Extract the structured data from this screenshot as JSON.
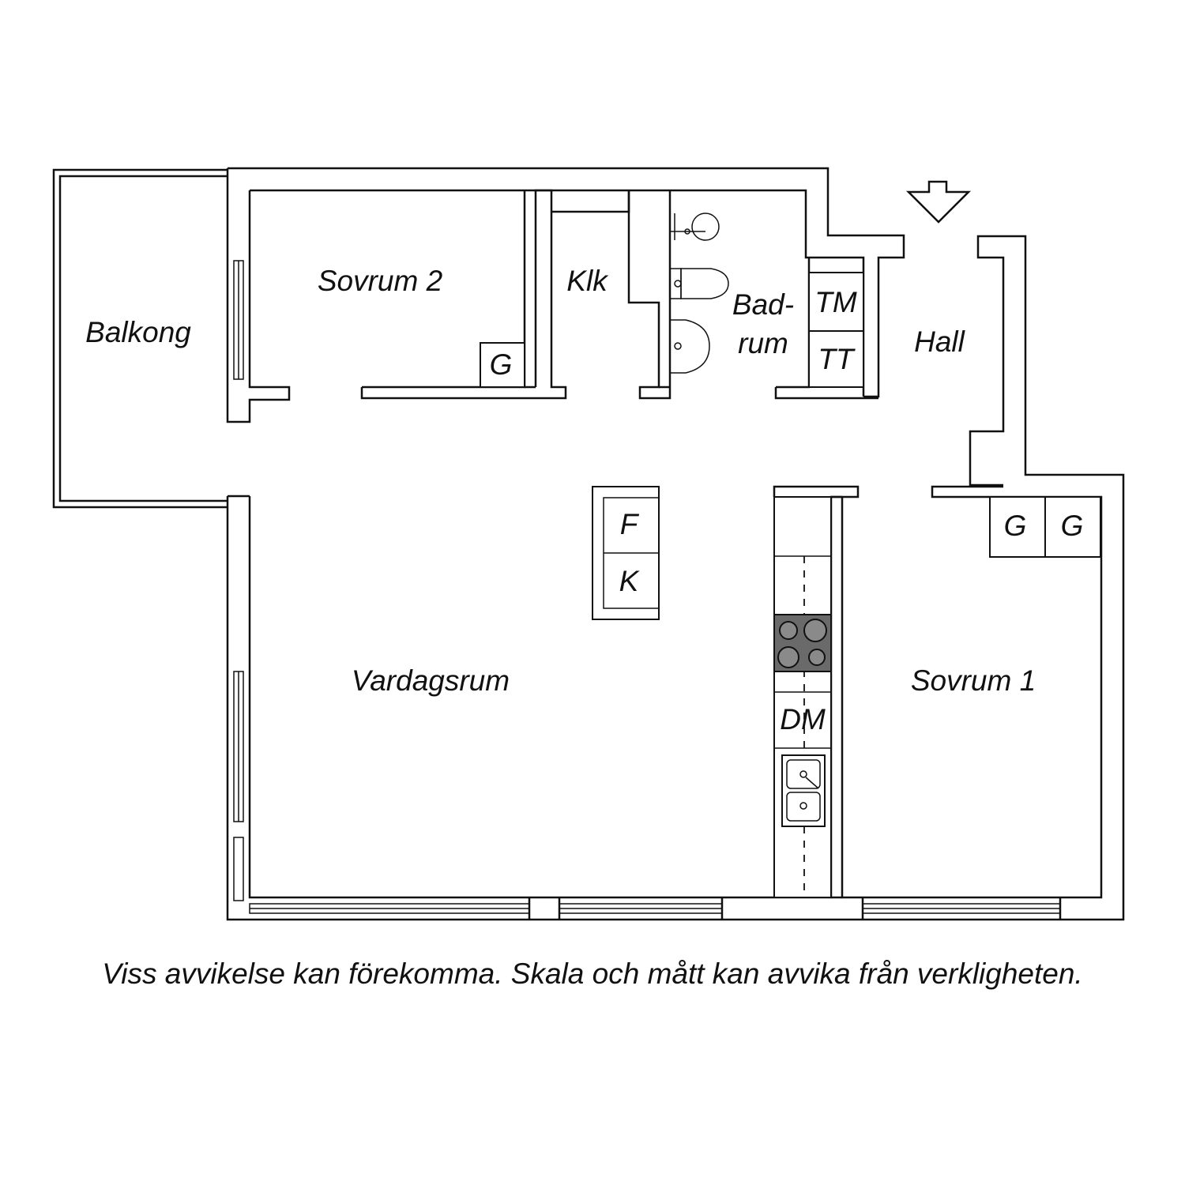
{
  "rooms": {
    "balkong": "Balkong",
    "sovrum2": "Sovrum 2",
    "klk": "Klk",
    "badrum_line1": "Bad-",
    "badrum_line2": "rum",
    "hall": "Hall",
    "vardagsrum": "Vardagsrum",
    "sovrum1": "Sovrum 1"
  },
  "appliances": {
    "tm": "TM",
    "tt": "TT",
    "g_sovrum2": "G",
    "g_sovrum1_a": "G",
    "g_sovrum1_b": "G",
    "f": "F",
    "k": "K",
    "dm": "DM"
  },
  "icons": {
    "entrance": "entrance-arrow-icon",
    "stove": "stove-icon",
    "sink": "kitchen-sink-icon",
    "toilet": "toilet-icon",
    "washbasin": "washbasin-icon",
    "shower": "shower-icon"
  },
  "disclaimer": "Viss avvikelse kan förekomma. Skala och mått kan avvika från verkligheten."
}
